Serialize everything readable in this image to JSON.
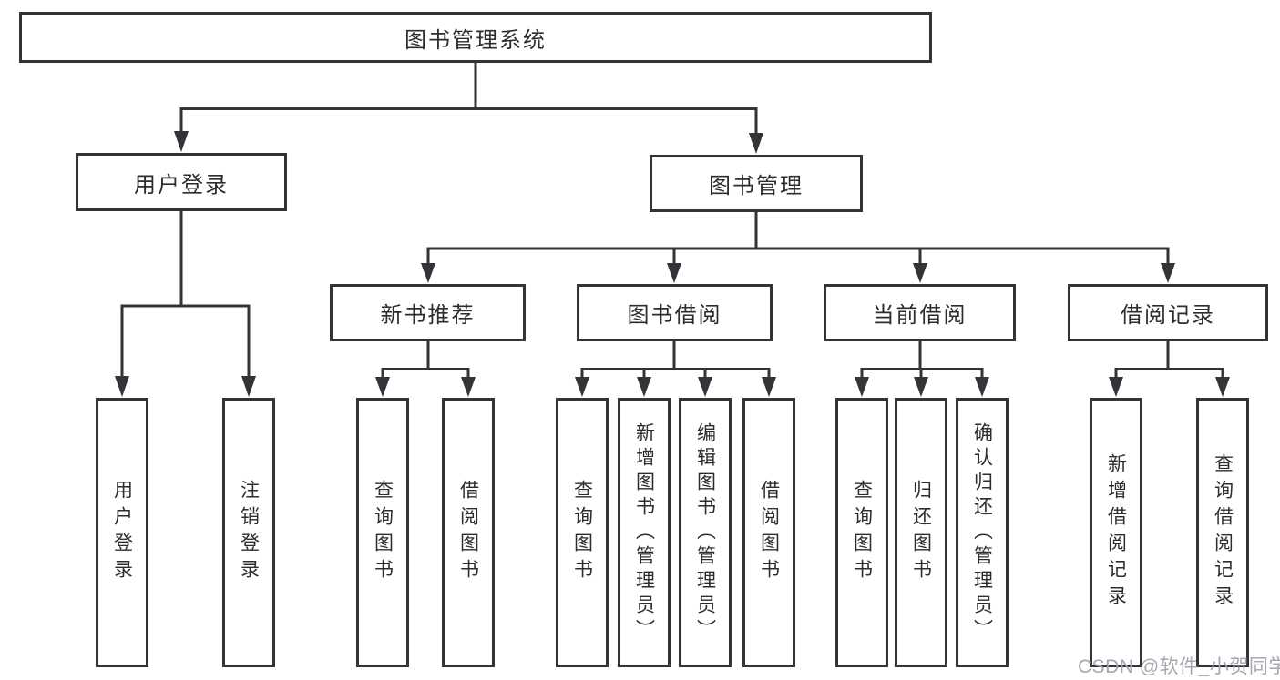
{
  "title": "图书管理系统",
  "nodes": {
    "root": "图书管理系统",
    "user_login": "用户登录",
    "book_management": "图书管理",
    "new_book_recommend": "新书推荐",
    "book_borrowing": "图书借阅",
    "current_borrowing": "当前借阅",
    "borrowing_records": "借阅记录",
    "leaf_user_login": "用户登录",
    "leaf_logout": "注销登录",
    "leaf_query_book_a": "查询图书",
    "leaf_borrow_book_a": "借阅图书",
    "leaf_query_book_b": "查询图书",
    "leaf_add_book_admin": "新增图书（管理员）",
    "leaf_edit_book_admin": "编辑图书（管理员）",
    "leaf_borrow_book_b": "借阅图书",
    "leaf_query_book_c": "查询图书",
    "leaf_return_book": "归还图书",
    "leaf_confirm_return_admin": "确认归还（管理员）",
    "leaf_add_borrow_record": "新增借阅记录",
    "leaf_query_borrow_record": "查询借阅记录"
  },
  "hierarchy": {
    "图书管理系统": {
      "用户登录": [
        "用户登录",
        "注销登录"
      ],
      "图书管理": {
        "新书推荐": [
          "查询图书",
          "借阅图书"
        ],
        "图书借阅": [
          "查询图书",
          "新增图书（管理员）",
          "编辑图书（管理员）",
          "借阅图书"
        ],
        "当前借阅": [
          "查询图书",
          "归还图书",
          "确认归还（管理员）"
        ],
        "借阅记录": [
          "新增借阅记录",
          "查询借阅记录"
        ]
      }
    }
  },
  "watermark": "CSDN @软件_小贺同学",
  "colors": {
    "line": "#333338",
    "box_border": "#333338",
    "box_fill": "#ffffff",
    "text": "#2d2d31",
    "watermark": "#9ea2aa",
    "background": "#ffffff"
  }
}
